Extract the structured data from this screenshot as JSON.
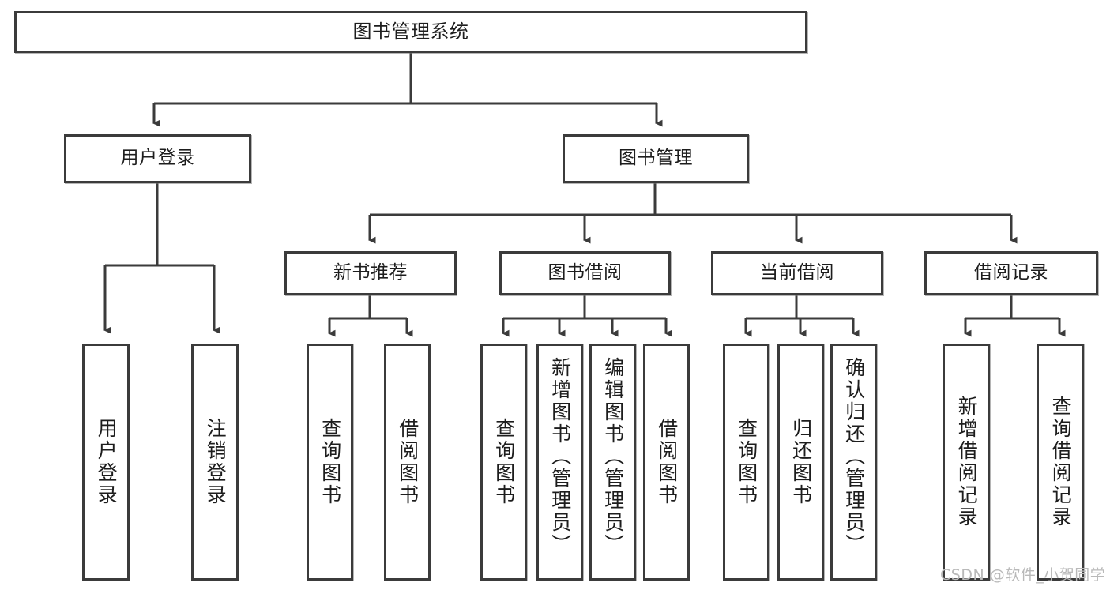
{
  "diagram": {
    "title": "图书管理系统",
    "type": "tree-structure-chart",
    "stroke_color": "#3b3b3b",
    "background_color": "#ffffff",
    "text_color": "#1d1d1d"
  },
  "nodes": {
    "root": {
      "label": "图书管理系统"
    },
    "level2": [
      {
        "label": "用户登录"
      },
      {
        "label": "图书管理"
      }
    ],
    "level3": [
      {
        "label": "新书推荐"
      },
      {
        "label": "图书借阅"
      },
      {
        "label": "当前借阅"
      },
      {
        "label": "借阅记录"
      }
    ],
    "leaves_user_login": [
      {
        "label": "用户登录"
      },
      {
        "label": "注销登录"
      }
    ],
    "leaves_new_books": [
      {
        "label": "查询图书"
      },
      {
        "label": "借阅图书"
      }
    ],
    "leaves_borrow": [
      {
        "label": "查询图书"
      },
      {
        "label": "新增图书（管理员）"
      },
      {
        "label": "编辑图书（管理员）"
      },
      {
        "label": "借阅图书"
      }
    ],
    "leaves_current": [
      {
        "label": "查询图书"
      },
      {
        "label": "归还图书"
      },
      {
        "label": "确认归还（管理员）"
      }
    ],
    "leaves_records": [
      {
        "label": "新增借阅记录"
      },
      {
        "label": "查询借阅记录"
      }
    ]
  },
  "watermark": {
    "text": "CSDN @软件_小贺同学"
  }
}
